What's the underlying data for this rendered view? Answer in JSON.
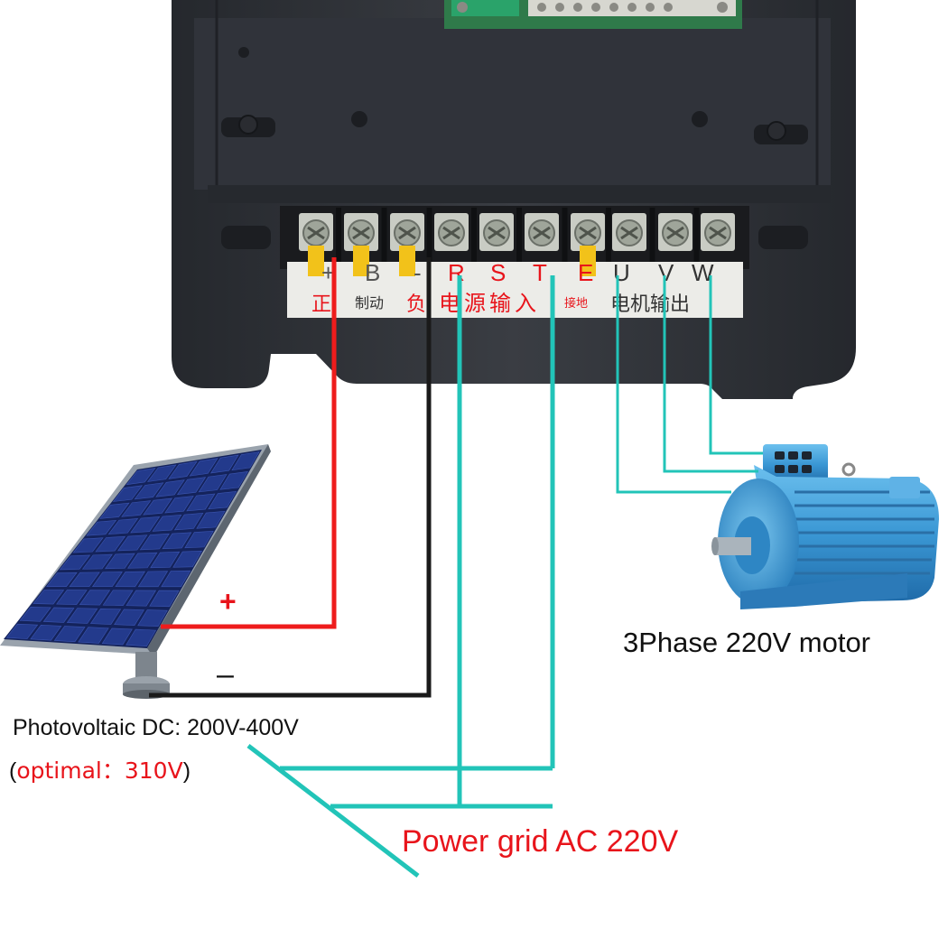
{
  "terminals": {
    "top_letters": [
      "+",
      "B",
      "-",
      "R",
      "S",
      "T",
      "E",
      "U",
      "V",
      "W"
    ],
    "chinese_labels": [
      "正",
      "制动",
      "负",
      "电源输入",
      "接地",
      "电机输出"
    ]
  },
  "labels": {
    "plus": "+",
    "minus": "–",
    "pv": "Photovoltaic DC: 200V-400V",
    "optimal_open": "(",
    "optimal_text": "optimal：310V",
    "optimal_close": ")",
    "motor": "3Phase 220V motor",
    "grid": "Power grid AC 220V"
  },
  "colors": {
    "positive_wire": "#ee1c1c",
    "negative_wire": "#1a1a1a",
    "ac_wire": "#22c4b8",
    "accent_red": "#e8141b",
    "housing": "#2e3137",
    "panel_cell": "#1c2c6e",
    "motor": "#3e9bd8"
  }
}
